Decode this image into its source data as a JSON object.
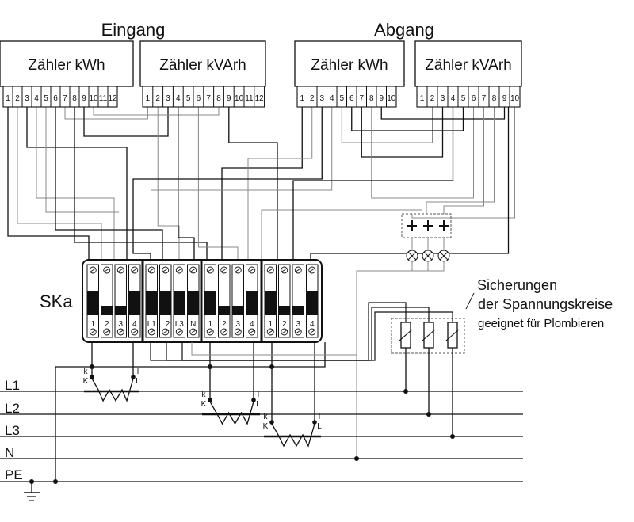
{
  "sections": {
    "input": "Eingang",
    "output": "Abgang"
  },
  "meters": [
    {
      "title": "Zähler kWh"
    },
    {
      "title": "Zähler kVArh"
    },
    {
      "title": "Zähler kWh"
    },
    {
      "title": "Zähler kVArh"
    }
  ],
  "terminal_numbers_12": [
    "1",
    "2",
    "3",
    "4",
    "5",
    "6",
    "7",
    "8",
    "9",
    "10",
    "11",
    "12"
  ],
  "terminal_numbers_10": [
    "1",
    "2",
    "3",
    "4",
    "5",
    "6",
    "7",
    "8",
    "9",
    "10"
  ],
  "ska": {
    "label": "SKa",
    "groups": [
      [
        "1",
        "2",
        "3",
        "4"
      ],
      [
        "L1",
        "L2",
        "L3",
        "N"
      ],
      [
        "1",
        "2",
        "3",
        "4"
      ],
      [
        "1",
        "2",
        "3",
        "4"
      ]
    ]
  },
  "fuses_note": {
    "line1": "Sicherungen",
    "line2": "der Spannungskreise",
    "line3": "geeignet für Plombieren"
  },
  "buses": [
    "L1",
    "L2",
    "L3",
    "N",
    "PE"
  ],
  "ct_labels": {
    "k_small": "k",
    "k_big": "K",
    "l_small": "l",
    "l_big": "L"
  }
}
